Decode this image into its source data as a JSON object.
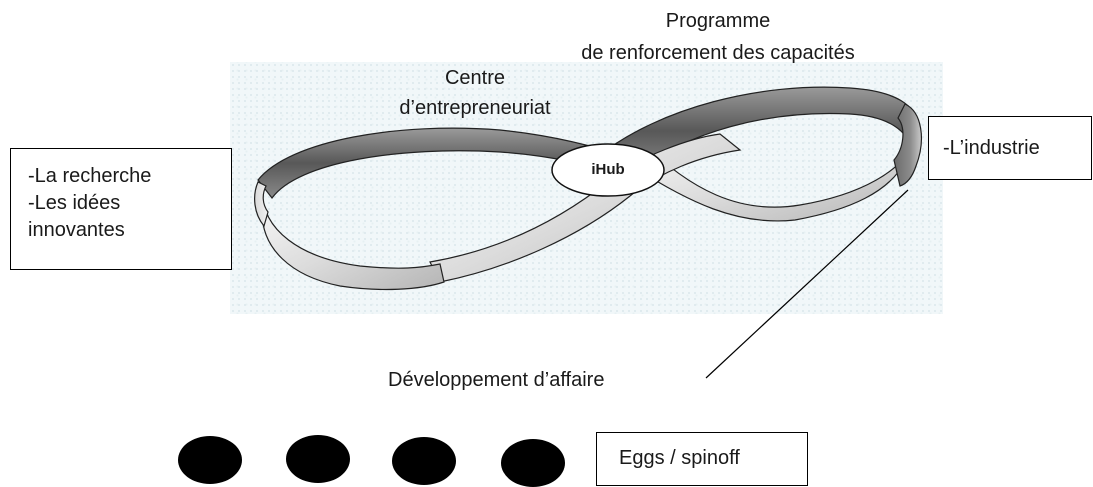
{
  "labels": {
    "programme_line1": "Programme",
    "programme_line2": "de renforcement des capacités",
    "centre_line1": "Centre",
    "centre_line2": "d’entrepreneuriat",
    "developpement": "Développement d’affaire",
    "hub": "iHub"
  },
  "left_box": [
    "-La recherche",
    "-Les idées",
    "innovantes"
  ],
  "right_box": "-L’industrie",
  "eggs": {
    "count": 4,
    "label": "Eggs / spinoff"
  },
  "colors": {
    "band_dark": "#6f6f6f",
    "band_light": "#e6e6e6",
    "egg": "#000000"
  }
}
